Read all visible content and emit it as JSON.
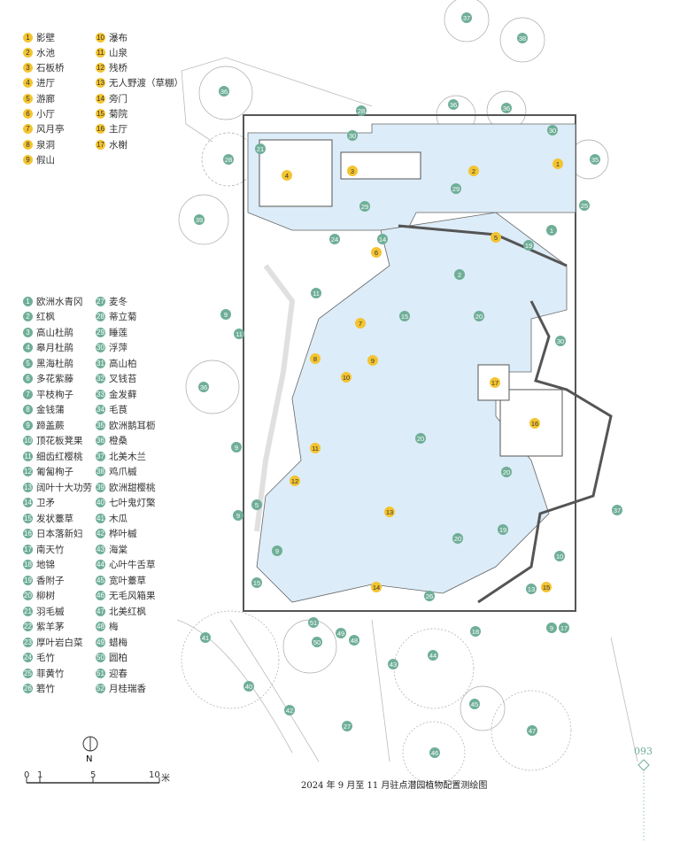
{
  "features_legend": [
    {
      "n": "1",
      "label": "影壁"
    },
    {
      "n": "2",
      "label": "水池"
    },
    {
      "n": "3",
      "label": "石板桥"
    },
    {
      "n": "4",
      "label": "进厅"
    },
    {
      "n": "5",
      "label": "游廊"
    },
    {
      "n": "6",
      "label": "小厅"
    },
    {
      "n": "7",
      "label": "风月亭"
    },
    {
      "n": "8",
      "label": "泉洞"
    },
    {
      "n": "9",
      "label": "假山"
    },
    {
      "n": "10",
      "label": "瀑布"
    },
    {
      "n": "11",
      "label": "山泉"
    },
    {
      "n": "12",
      "label": "残桥"
    },
    {
      "n": "13",
      "label": "无人野渡（草棚）"
    },
    {
      "n": "14",
      "label": "旁门"
    },
    {
      "n": "15",
      "label": "菊院"
    },
    {
      "n": "16",
      "label": "主厅"
    },
    {
      "n": "17",
      "label": "水榭"
    }
  ],
  "plants_legend": [
    {
      "n": "1",
      "label": "欧洲水青冈"
    },
    {
      "n": "2",
      "label": "红枫"
    },
    {
      "n": "3",
      "label": "高山杜鹃"
    },
    {
      "n": "4",
      "label": "皋月杜鹃"
    },
    {
      "n": "5",
      "label": "黑海杜鹃"
    },
    {
      "n": "6",
      "label": "多花紫藤"
    },
    {
      "n": "7",
      "label": "平枝栒子"
    },
    {
      "n": "8",
      "label": "金钱蒲"
    },
    {
      "n": "9",
      "label": "蹄盖蕨"
    },
    {
      "n": "10",
      "label": "顶花板凳果"
    },
    {
      "n": "11",
      "label": "细齿红樱桃"
    },
    {
      "n": "12",
      "label": "匍匐栒子"
    },
    {
      "n": "13",
      "label": "阔叶十大功劳"
    },
    {
      "n": "14",
      "label": "卫矛"
    },
    {
      "n": "15",
      "label": "发状薹草"
    },
    {
      "n": "16",
      "label": "日本落新妇"
    },
    {
      "n": "17",
      "label": "南天竹"
    },
    {
      "n": "18",
      "label": "地锦"
    },
    {
      "n": "19",
      "label": "香附子"
    },
    {
      "n": "20",
      "label": "柳树"
    },
    {
      "n": "21",
      "label": "羽毛槭"
    },
    {
      "n": "22",
      "label": "紫羊茅"
    },
    {
      "n": "23",
      "label": "厚叶岩白菜"
    },
    {
      "n": "24",
      "label": "毛竹"
    },
    {
      "n": "25",
      "label": "菲黄竹"
    },
    {
      "n": "26",
      "label": "箬竹"
    },
    {
      "n": "27",
      "label": "麦冬"
    },
    {
      "n": "28",
      "label": "蒂立菊"
    },
    {
      "n": "29",
      "label": "睡莲"
    },
    {
      "n": "30",
      "label": "浮萍"
    },
    {
      "n": "31",
      "label": "高山柏"
    },
    {
      "n": "32",
      "label": "叉钱苔"
    },
    {
      "n": "33",
      "label": "金发藓"
    },
    {
      "n": "34",
      "label": "毛茛"
    },
    {
      "n": "35",
      "label": "欧洲鹅耳枥"
    },
    {
      "n": "36",
      "label": "橙桑"
    },
    {
      "n": "37",
      "label": "北美木兰"
    },
    {
      "n": "38",
      "label": "鸡爪槭"
    },
    {
      "n": "39",
      "label": "欧洲甜樱桃"
    },
    {
      "n": "40",
      "label": "七叶鬼灯檠"
    },
    {
      "n": "41",
      "label": "木瓜"
    },
    {
      "n": "42",
      "label": "桦叶槭"
    },
    {
      "n": "43",
      "label": "海棠"
    },
    {
      "n": "44",
      "label": "心叶牛舌草"
    },
    {
      "n": "45",
      "label": "宽叶薹草"
    },
    {
      "n": "46",
      "label": "无毛风箱果"
    },
    {
      "n": "47",
      "label": "北美红枫"
    },
    {
      "n": "48",
      "label": "梅"
    },
    {
      "n": "49",
      "label": "蜡梅"
    },
    {
      "n": "50",
      "label": "圆柏"
    },
    {
      "n": "51",
      "label": "迎春"
    },
    {
      "n": "52",
      "label": "月桂瑞香"
    }
  ],
  "plan": {
    "feature_markers": [
      "1",
      "2",
      "3",
      "4",
      "5",
      "6",
      "7",
      "8",
      "9",
      "10",
      "11",
      "12",
      "13",
      "14",
      "15",
      "16",
      "17"
    ],
    "plant_markers": [
      "36",
      "37",
      "38",
      "28",
      "36",
      "36",
      "30",
      "21",
      "30",
      "35",
      "28",
      "29",
      "29",
      "39",
      "25",
      "1",
      "19",
      "9",
      "11",
      "36",
      "9",
      "30",
      "20",
      "2",
      "15",
      "11",
      "20",
      "20",
      "9",
      "9",
      "15",
      "19",
      "20",
      "26",
      "41",
      "40",
      "43",
      "44",
      "45",
      "46",
      "47",
      "42",
      "27",
      "18",
      "17",
      "9",
      "37",
      "50",
      "51",
      "48",
      "49",
      "24",
      "14",
      "10",
      "13",
      "5"
    ]
  },
  "north": {
    "label": "N"
  },
  "scale": {
    "ticks": [
      "0",
      "1",
      "5",
      "10"
    ],
    "unit": "米"
  },
  "caption": "2024 年 9 月至 11 月驻点潜园植物配置测绘图",
  "page_number": "093",
  "colors": {
    "water": "#dcecf8",
    "feature": "#f4c430",
    "plant": "#6fae97",
    "wall": "#555555"
  }
}
